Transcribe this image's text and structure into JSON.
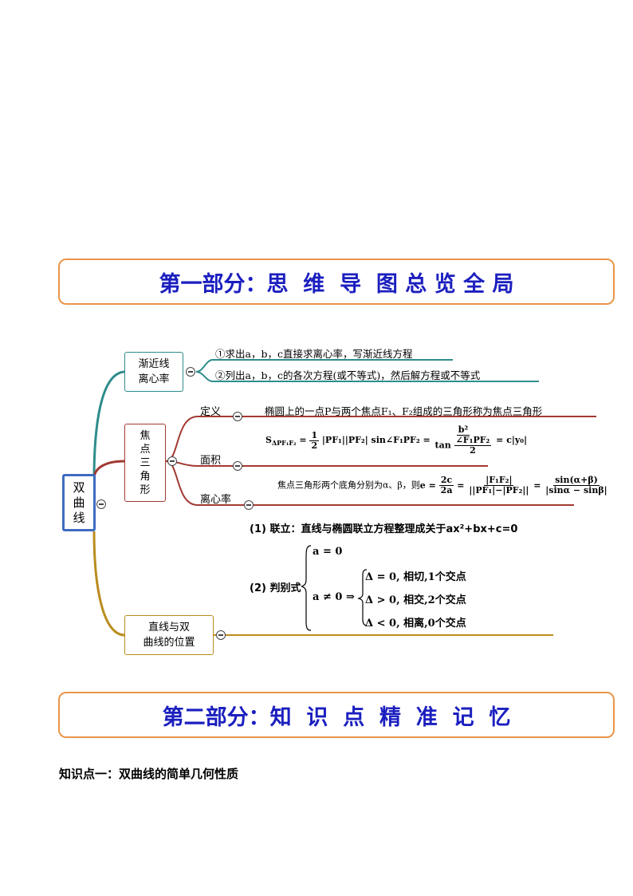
{
  "part1": {
    "title": "第一部分：思  维  导  图 总 览 全 局"
  },
  "part2": {
    "title": "第二部分：知  识  点  精  准  记  忆"
  },
  "mindmap": {
    "root": "双\n曲\n线",
    "colors": {
      "teal": "#2f8c8c",
      "red": "#a23a32",
      "olive": "#b98d1d",
      "root_border": "#3d6cc0"
    },
    "branch1": {
      "label": "渐近线\n离心率",
      "items": [
        "①求出a，b，c直接求离心率，写渐近线方程",
        "②列出a，b，c的各次方程(或不等式)，然后解方程或不等式"
      ]
    },
    "branch2": {
      "label": "焦\n点\n三\n角\n形",
      "def_label": "定义",
      "def_text": "椭圆上的一点P与两个焦点F₁、F₂组成的三角形称为焦点三角形",
      "area_label": "面积",
      "ecc_label": "离心率",
      "ecc_prefix": "焦点三角形两个底角分别为α、β，则"
    },
    "branch3": {
      "label": "直线与双\n曲线的位置",
      "step1": "(1) 联立：直线与椭圆联立方程整理成关于ax²+bx+c=0",
      "step2": "(2) 判别式",
      "case_a0": "a = 0",
      "case_an0": "a ≠ 0 ⇒",
      "cases": [
        "Δ = 0, 相切,1个交点",
        "Δ > 0, 相交,2个交点",
        "Δ < 0,  相离,0个交点"
      ]
    }
  },
  "knowledge_point": "知识点一：双曲线的简单几何性质"
}
